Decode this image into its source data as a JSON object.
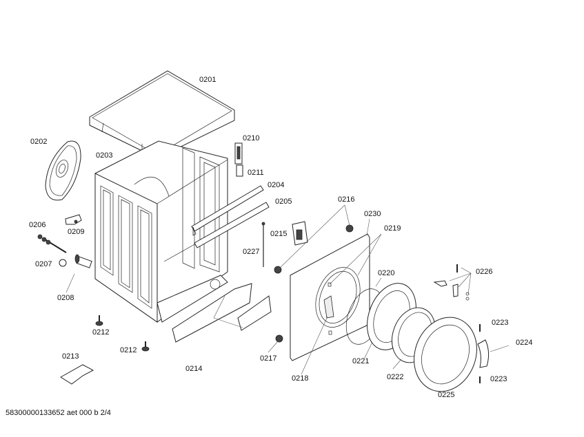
{
  "footer": {
    "document_code": "58300000133652 aet 000 b 2/4"
  },
  "parts": [
    {
      "id": "0201",
      "label": "0201"
    },
    {
      "id": "0202",
      "label": "0202"
    },
    {
      "id": "0203",
      "label": "0203"
    },
    {
      "id": "0204",
      "label": "0204"
    },
    {
      "id": "0205",
      "label": "0205"
    },
    {
      "id": "0206",
      "label": "0206"
    },
    {
      "id": "0207",
      "label": "0207"
    },
    {
      "id": "0208",
      "label": "0208"
    },
    {
      "id": "0209",
      "label": "0209"
    },
    {
      "id": "0210",
      "label": "0210"
    },
    {
      "id": "0211",
      "label": "0211"
    },
    {
      "id": "0212a",
      "label": "0212"
    },
    {
      "id": "0212b",
      "label": "0212"
    },
    {
      "id": "0213",
      "label": "0213"
    },
    {
      "id": "0214",
      "label": "0214"
    },
    {
      "id": "0215",
      "label": "0215"
    },
    {
      "id": "0216",
      "label": "0216"
    },
    {
      "id": "0217",
      "label": "0217"
    },
    {
      "id": "0218",
      "label": "0218"
    },
    {
      "id": "0219",
      "label": "0219"
    },
    {
      "id": "0220",
      "label": "0220"
    },
    {
      "id": "0221",
      "label": "0221"
    },
    {
      "id": "0222",
      "label": "0222"
    },
    {
      "id": "0223a",
      "label": "0223"
    },
    {
      "id": "0223b",
      "label": "0223"
    },
    {
      "id": "0224",
      "label": "0224"
    },
    {
      "id": "0225",
      "label": "0225"
    },
    {
      "id": "0226",
      "label": "0226"
    },
    {
      "id": "0227",
      "label": "0227"
    },
    {
      "id": "0230",
      "label": "0230"
    }
  ]
}
